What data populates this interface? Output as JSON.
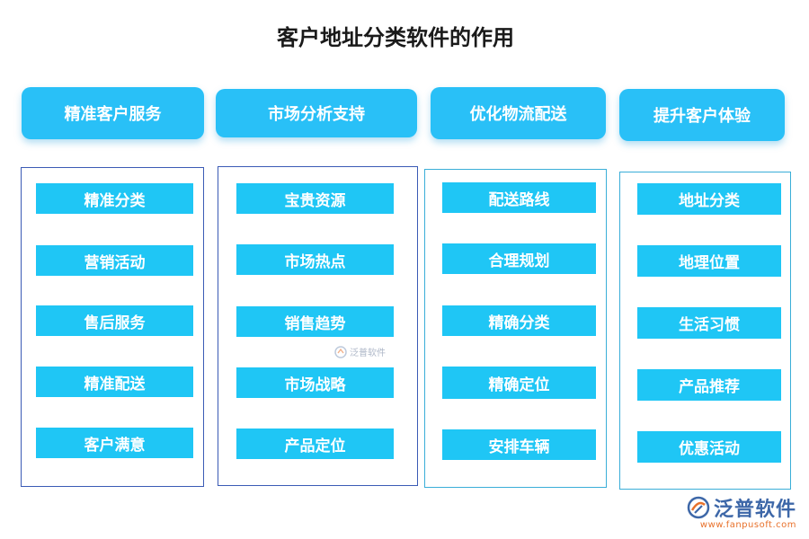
{
  "title": "客户地址分类软件的作用",
  "columns": [
    {
      "header": "精准客户服务",
      "items": [
        "精准分类",
        "营销活动",
        "售后服务",
        "精准配送",
        "客户满意"
      ]
    },
    {
      "header": "市场分析支持",
      "items": [
        "宝贵资源",
        "市场热点",
        "销售趋势",
        "市场战略",
        "产品定位"
      ]
    },
    {
      "header": "优化物流配送",
      "items": [
        "配送路线",
        "合理规划",
        "精确分类",
        "精确定位",
        "安排车辆"
      ]
    },
    {
      "header": "提升客户体验",
      "items": [
        "地址分类",
        "地理位置",
        "生活习惯",
        "产品推荐",
        "优惠活动"
      ]
    }
  ],
  "watermark": {
    "text": "泛普软件"
  },
  "logo": {
    "name": "泛普软件",
    "url": "www.fanpusoft.com"
  },
  "colors": {
    "header_bg": "#29c0f7",
    "item_bg": "#1fc6f5",
    "border_blue": "#3b5bb5",
    "border_teal": "#3aaed8"
  }
}
